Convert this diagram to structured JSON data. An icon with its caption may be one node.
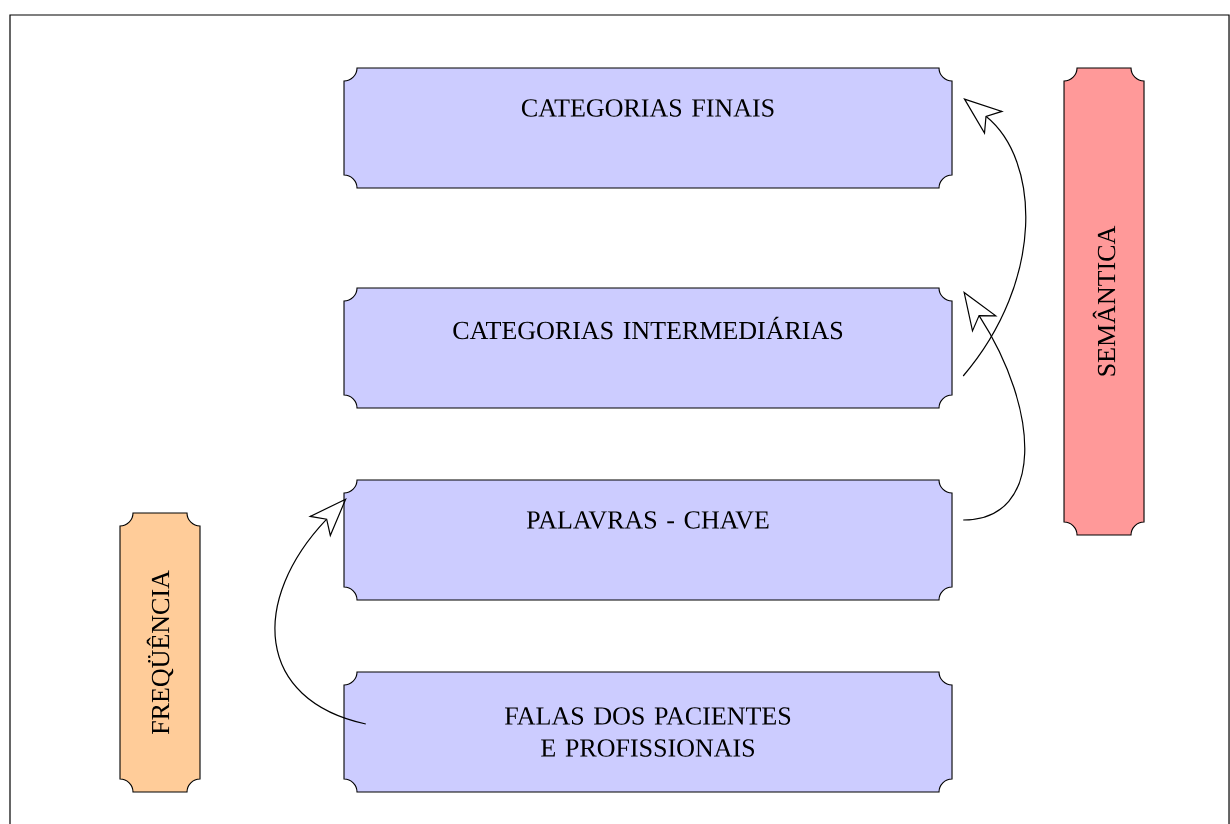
{
  "diagram": {
    "nodes": [
      {
        "text": [
          "CATEGORIAS FINAIS"
        ]
      },
      {
        "text": [
          "CATEGORIAS INTERMEDIÁRIAS"
        ]
      },
      {
        "text": [
          "PALAVRAS - CHAVE"
        ]
      },
      {
        "text": [
          "FALAS DOS PACIENTES E PROFISSIONAIS"
        ]
      },
      {
        "text": [
          "SEMÂNTICA"
        ]
      },
      {
        "text": [
          "FREQÜÊNCIA"
        ]
      }
    ],
    "edges": [
      {
        "from": 3,
        "to": 2,
        "arrow": "to"
      },
      {
        "from": 2,
        "to": 1,
        "arrow": "to"
      },
      {
        "from": 1,
        "to": 0,
        "arrow": "to"
      }
    ]
  }
}
